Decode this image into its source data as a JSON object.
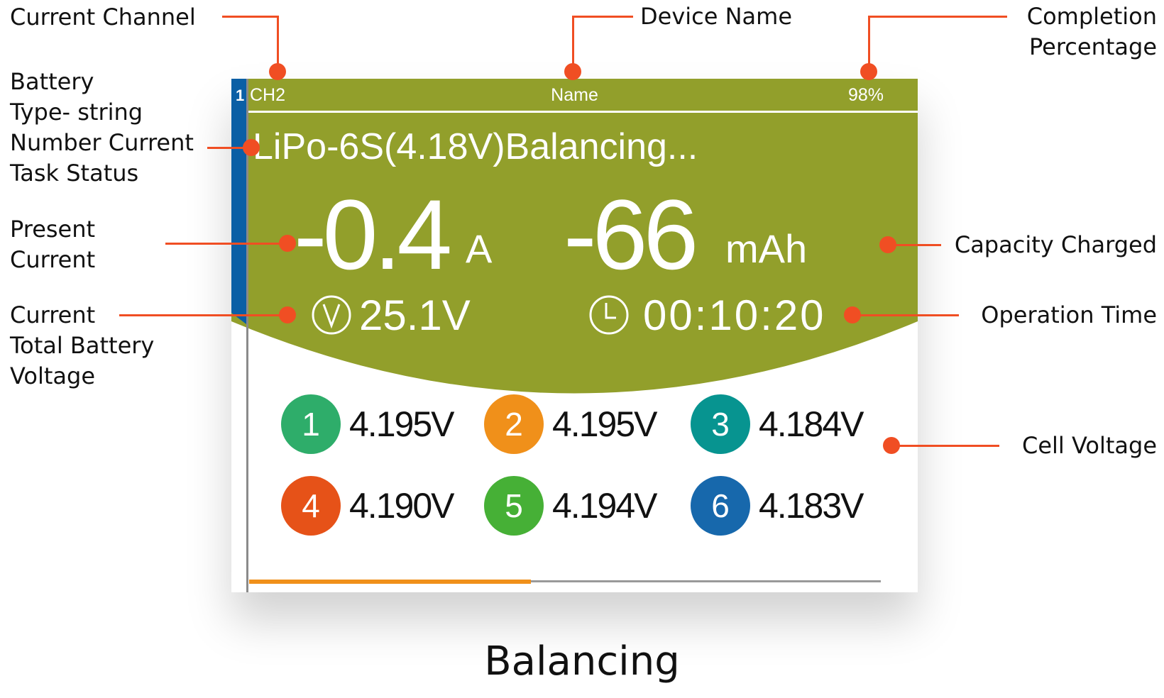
{
  "annotations": {
    "current_channel": "Current Channel",
    "device_name": "Device Name",
    "completion_percentage": [
      "Completion",
      "Percentage"
    ],
    "battery_type": [
      "Battery",
      "Type- string",
      "Number Current",
      "Task Status"
    ],
    "present_current": [
      "Present",
      "Current"
    ],
    "total_voltage": [
      "Current",
      "Total Battery",
      "Voltage"
    ],
    "capacity_charged": "Capacity Charged",
    "operation_time": "Operation Time",
    "cell_voltage": "Cell Voltage"
  },
  "screen": {
    "slot": "1",
    "channel": "CH2",
    "name": "Name",
    "percentage": "98%",
    "status": "LiPo-6S(4.18V)Balancing...",
    "current": "-0.4",
    "current_unit": "A",
    "capacity": "-66",
    "capacity_unit": "mAh",
    "voltage": "25.1V",
    "time": "00:10:20",
    "progress_percent": 46,
    "cells": [
      {
        "n": "1",
        "v": "4.195V",
        "color": "#2EAD6A"
      },
      {
        "n": "2",
        "v": "4.195V",
        "color": "#F0901A"
      },
      {
        "n": "3",
        "v": "4.184V",
        "color": "#079490"
      },
      {
        "n": "4",
        "v": "4.190V",
        "color": "#E65218"
      },
      {
        "n": "5",
        "v": "4.194V",
        "color": "#46B036"
      },
      {
        "n": "6",
        "v": "4.183V",
        "color": "#1768AC"
      }
    ]
  },
  "caption": "Balancing",
  "colors": {
    "panel": "#929F2B",
    "accent": "#F04E23",
    "slot": "#0B5FA5",
    "progress": "#F0901A"
  }
}
